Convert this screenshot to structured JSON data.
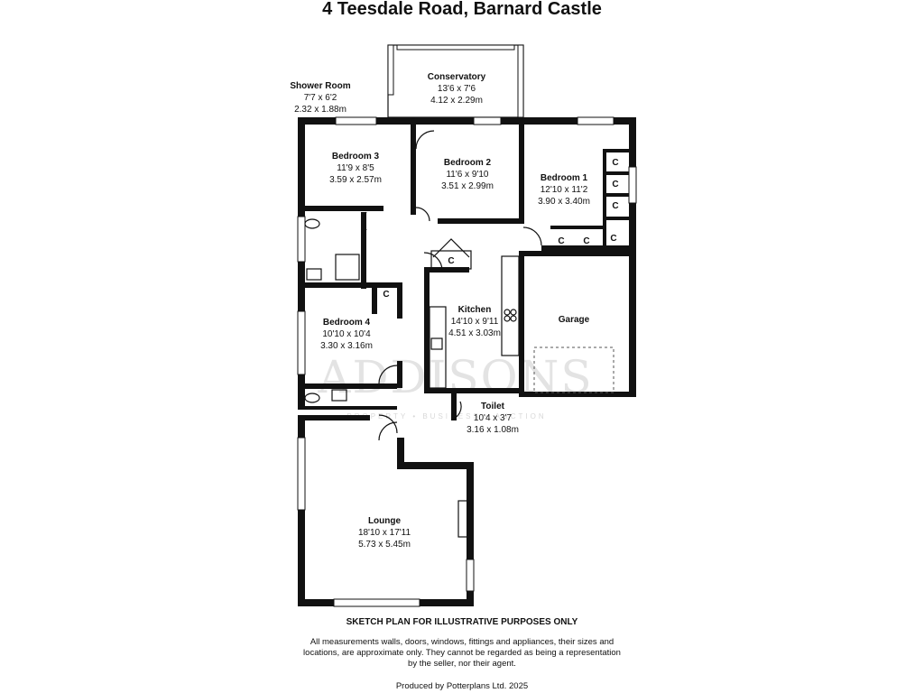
{
  "title": "4 Teesdale Road, Barnard Castle",
  "rooms": [
    {
      "id": "conservatory",
      "name": "Conservatory",
      "imperial": "13'6 x 7'6",
      "metric": "4.12 x 2.29m"
    },
    {
      "id": "shower",
      "name": "Shower Room",
      "imperial": "7'7 x 6'2",
      "metric": "2.32 x 1.88m"
    },
    {
      "id": "bed3",
      "name": "Bedroom 3",
      "imperial": "11'9 x 8'5",
      "metric": "3.59 x 2.57m"
    },
    {
      "id": "bed2",
      "name": "Bedroom 2",
      "imperial": "11'6 x 9'10",
      "metric": "3.51 x 2.99m"
    },
    {
      "id": "bed1",
      "name": "Bedroom 1",
      "imperial": "12'10 x 11'2",
      "metric": "3.90 x 3.40m"
    },
    {
      "id": "kitchen",
      "name": "Kitchen",
      "imperial": "14'10 x 9'11",
      "metric": "4.51 x 3.03m"
    },
    {
      "id": "garage",
      "name": "Garage",
      "imperial": "",
      "metric": ""
    },
    {
      "id": "bed4",
      "name": "Bedroom 4",
      "imperial": "10'10 x 10'4",
      "metric": "3.30 x 3.16m"
    },
    {
      "id": "toilet",
      "name": "Toilet",
      "imperial": "10'4 x 3'7",
      "metric": "3.16 x 1.08m"
    },
    {
      "id": "lounge",
      "name": "Lounge",
      "imperial": "18'10 x 17'11",
      "metric": "5.73 x 5.45m"
    }
  ],
  "cupboard_label": "C",
  "watermark": {
    "brand": "ADDISONS",
    "tagline": "PROPERTY • BUSINESS • AUCTION"
  },
  "disclaimer_heading": "SKETCH PLAN FOR ILLUSTRATIVE PURPOSES ONLY",
  "disclaimer_text": "All measurements walls, doors, windows, fittings and appliances, their sizes and locations, are approximate only. They cannot be regarded as being a representation by the seller, nor their agent.",
  "credit": "Produced by Potterplans Ltd. 2025"
}
